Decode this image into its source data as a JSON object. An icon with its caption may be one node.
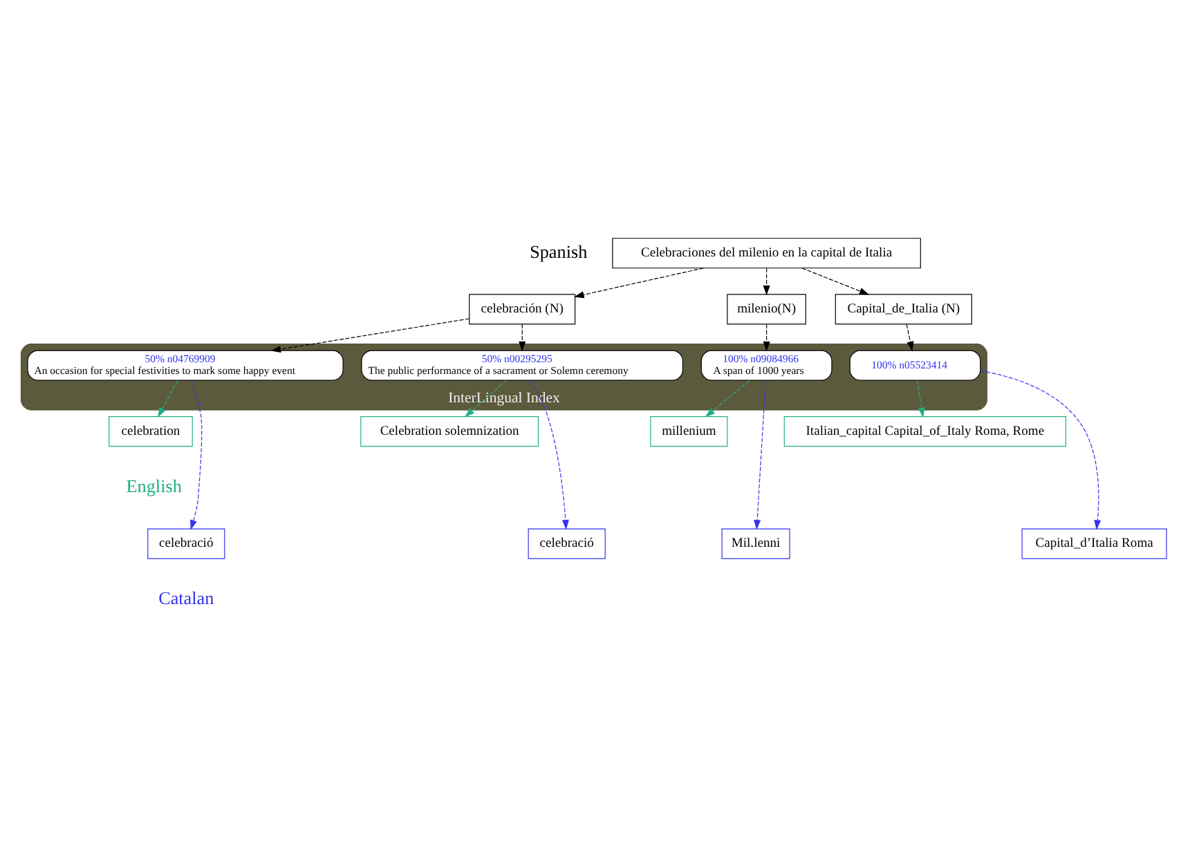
{
  "diagram": {
    "nodes": [
      {
        "text": [
          "Celebraciones del milenio en la capital de Italia"
        ]
      },
      {
        "text": [
          "celebración (N)"
        ]
      },
      {
        "text": [
          "milenio(N)"
        ]
      },
      {
        "text": [
          "Capital_de_Italia (N)"
        ]
      },
      {
        "text": [
          "InterLingual Index"
        ]
      },
      {
        "text": [
          "50% n04769909",
          "An occasion for special festivities to mark some happy event"
        ],
        "in": 4
      },
      {
        "text": [
          "50% n00295295",
          "The public performance of a sacrament or Solemn ceremony"
        ],
        "in": 4
      },
      {
        "text": [
          "100% n09084966",
          "A span of 1000 years"
        ],
        "in": 4
      },
      {
        "text": [
          "100% n05523414"
        ],
        "in": 4
      },
      {
        "text": [
          "celebration"
        ]
      },
      {
        "text": [
          "Celebration solemnization"
        ]
      },
      {
        "text": [
          "millenium"
        ]
      },
      {
        "text": [
          "Italian_capital Capital_of_Italy Roma, Rome"
        ]
      },
      {
        "text": [
          "celebració"
        ]
      },
      {
        "text": [
          "celebració"
        ]
      },
      {
        "text": [
          "Mil.lenni"
        ]
      },
      {
        "text": [
          "Capital_d’Italia Roma"
        ]
      }
    ],
    "edges": [
      {
        "from": 0,
        "to": 1,
        "arrow": "to",
        "style": "dashed"
      },
      {
        "from": 0,
        "to": 2,
        "arrow": "to",
        "style": "dashed"
      },
      {
        "from": 0,
        "to": 3,
        "arrow": "to",
        "style": "dashed"
      },
      {
        "from": 1,
        "to": 5,
        "arrow": "to",
        "style": "dashed"
      },
      {
        "from": 1,
        "to": 6,
        "arrow": "to",
        "style": "dashed"
      },
      {
        "from": 2,
        "to": 7,
        "arrow": "to",
        "style": "dashed"
      },
      {
        "from": 3,
        "to": 8,
        "arrow": "to",
        "style": "dashed"
      },
      {
        "from": 5,
        "to": 9,
        "arrow": "to",
        "style": "dashed",
        "color": "#20b080"
      },
      {
        "from": 5,
        "to": 13,
        "arrow": "to",
        "style": "dashed",
        "color": "#3333ee"
      },
      {
        "from": 6,
        "to": 10,
        "arrow": "to",
        "style": "dashed",
        "color": "#20b080"
      },
      {
        "from": 6,
        "to": 14,
        "arrow": "to",
        "style": "dashed",
        "color": "#3333ee"
      },
      {
        "from": 7,
        "to": 11,
        "arrow": "to",
        "style": "dashed",
        "color": "#20b080"
      },
      {
        "from": 7,
        "to": 15,
        "arrow": "to",
        "style": "dashed",
        "color": "#3333ee"
      },
      {
        "from": 8,
        "to": 12,
        "arrow": "to",
        "style": "dashed",
        "color": "#20b080"
      },
      {
        "from": 8,
        "to": 16,
        "arrow": "to",
        "style": "dashed",
        "color": "#3333ee"
      }
    ],
    "labels": [
      "Spanish",
      "English",
      "Catalan"
    ]
  }
}
